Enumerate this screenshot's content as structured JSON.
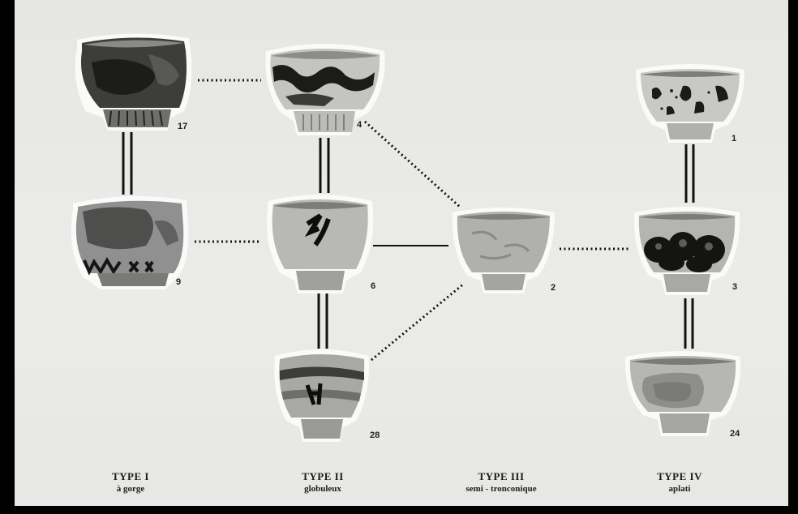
{
  "types": [
    {
      "title": "TYPE I",
      "subtitle": "à gorge"
    },
    {
      "title": "TYPE II",
      "subtitle": "globuleux"
    },
    {
      "title": "TYPE III",
      "subtitle": "semi - tronconique"
    },
    {
      "title": "TYPE IV",
      "subtitle": "aplati"
    }
  ],
  "bowls": [
    {
      "id": "17",
      "label": "17"
    },
    {
      "id": "9",
      "label": "9"
    },
    {
      "id": "4",
      "label": "4"
    },
    {
      "id": "6",
      "label": "6"
    },
    {
      "id": "28",
      "label": "28"
    },
    {
      "id": "2",
      "label": "2"
    },
    {
      "id": "1",
      "label": "1"
    },
    {
      "id": "3",
      "label": "3"
    },
    {
      "id": "24",
      "label": "24"
    }
  ],
  "connections": [
    {
      "from": "17",
      "to": "9",
      "style": "double"
    },
    {
      "from": "4",
      "to": "6",
      "style": "double"
    },
    {
      "from": "6",
      "to": "28",
      "style": "double"
    },
    {
      "from": "1",
      "to": "3",
      "style": "double"
    },
    {
      "from": "3",
      "to": "24",
      "style": "double"
    },
    {
      "from": "17",
      "to": "4",
      "style": "dotted"
    },
    {
      "from": "9",
      "to": "6",
      "style": "dotted"
    },
    {
      "from": "4",
      "to": "2",
      "style": "dotted"
    },
    {
      "from": "28",
      "to": "2",
      "style": "dotted"
    },
    {
      "from": "2",
      "to": "3",
      "style": "dotted"
    },
    {
      "from": "6",
      "to": "2",
      "style": "solid"
    }
  ]
}
